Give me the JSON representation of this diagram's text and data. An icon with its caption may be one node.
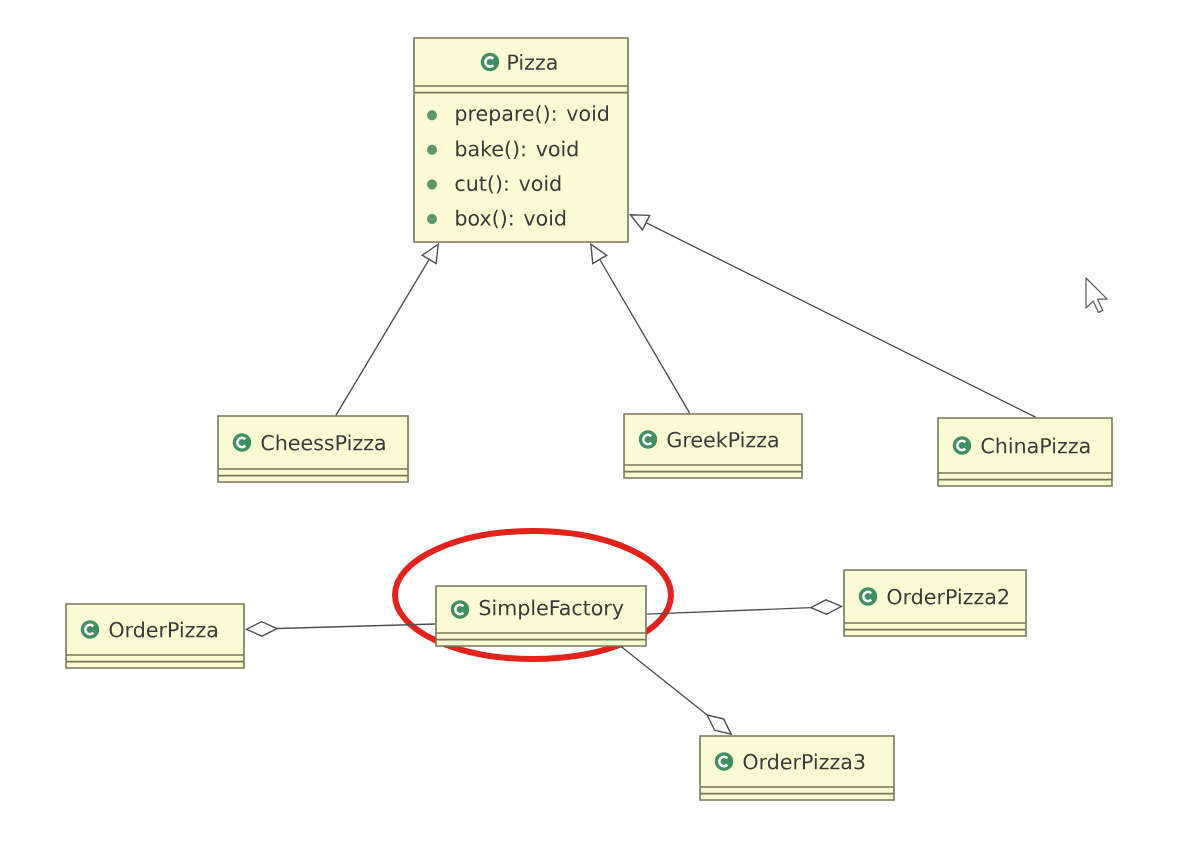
{
  "diagram": {
    "nodes": [
      {
        "text": [
          "Pizza",
          "prepare(): void",
          "bake(): void",
          "cut(): void",
          "box(): void"
        ]
      },
      {
        "text": [
          "CheessPizza"
        ]
      },
      {
        "text": [
          "GreekPizza"
        ]
      },
      {
        "text": [
          "ChinaPizza"
        ]
      },
      {
        "text": [
          "OrderPizza"
        ]
      },
      {
        "text": [
          "SimpleFactory"
        ]
      },
      {
        "text": [
          "OrderPizza2"
        ]
      },
      {
        "text": [
          "OrderPizza3"
        ]
      }
    ],
    "edges": [
      {
        "from": 1,
        "to": 0,
        "arrow": "to"
      },
      {
        "from": 2,
        "to": 0,
        "arrow": "to"
      },
      {
        "from": 3,
        "to": 0,
        "arrow": "to"
      },
      {
        "from": 4,
        "to": 5,
        "arrow": "other"
      },
      {
        "from": 6,
        "to": 5,
        "arrow": "other"
      },
      {
        "from": 7,
        "to": 5,
        "arrow": "other"
      }
    ]
  }
}
